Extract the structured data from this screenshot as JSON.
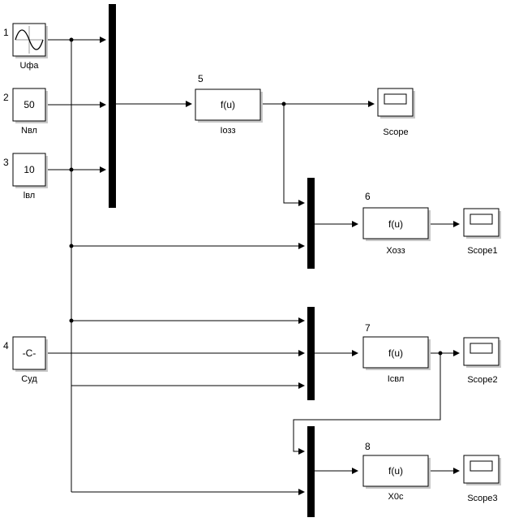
{
  "blocks": {
    "ufa": {
      "port": "1",
      "label": "Uфа"
    },
    "nvl": {
      "port": "2",
      "value": "50",
      "label": "Nвл"
    },
    "lvl": {
      "port": "3",
      "value": "10",
      "label": "lвл"
    },
    "syd": {
      "port": "4",
      "value": "-C-",
      "label": "Cуд"
    },
    "fcn5": {
      "number": "5",
      "expr": "f(u)",
      "label": "Iозз"
    },
    "fcn6": {
      "number": "6",
      "expr": "f(u)",
      "label": "Xозз"
    },
    "fcn7": {
      "number": "7",
      "expr": "f(u)",
      "label": "Icвл"
    },
    "fcn8": {
      "number": "8",
      "expr": "f(u)",
      "label": "X0c"
    },
    "scope": {
      "label": "Scope"
    },
    "scope1": {
      "label": "Scope1"
    },
    "scope2": {
      "label": "Scope2"
    },
    "scope3": {
      "label": "Scope3"
    }
  }
}
